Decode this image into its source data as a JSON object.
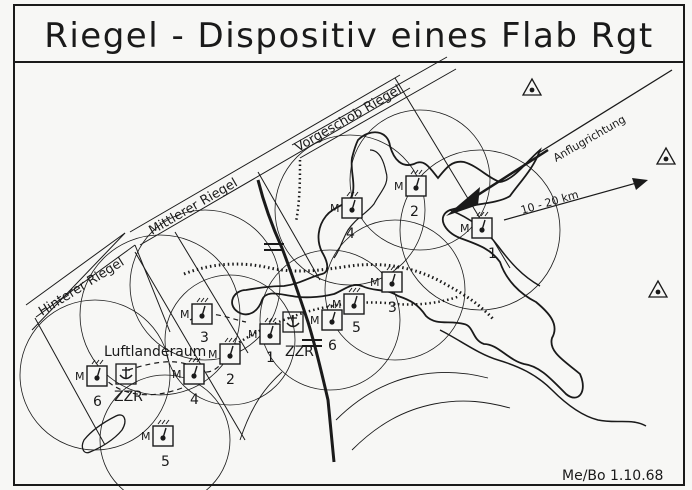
{
  "title": "Riegel - Dispositiv  eines  Flab  Rgt",
  "riegel_labels": {
    "hinterer": "Hinterer Riegel",
    "mittlerer": "Mittlerer Riegel",
    "vorgeschob": "Vorgeschob Riegel"
  },
  "annotations": {
    "anflugrichtung": "Anflugrichtung",
    "distance": "10 - 20 km",
    "luftlanderaum": "Luftlanderaum",
    "zzr_center": "ZZR",
    "zzr_left": "ZZR"
  },
  "battery_marker_letter": "M",
  "batteries": [
    {
      "label": "1"
    },
    {
      "label": "2"
    },
    {
      "label": "4"
    },
    {
      "label": "3"
    },
    {
      "label": "5"
    },
    {
      "label": "6"
    },
    {
      "label": "1"
    },
    {
      "label": "2"
    },
    {
      "label": "3"
    },
    {
      "label": "4"
    },
    {
      "label": "6"
    },
    {
      "label": "5"
    }
  ],
  "signature": "Me/Bo  1.10.68"
}
